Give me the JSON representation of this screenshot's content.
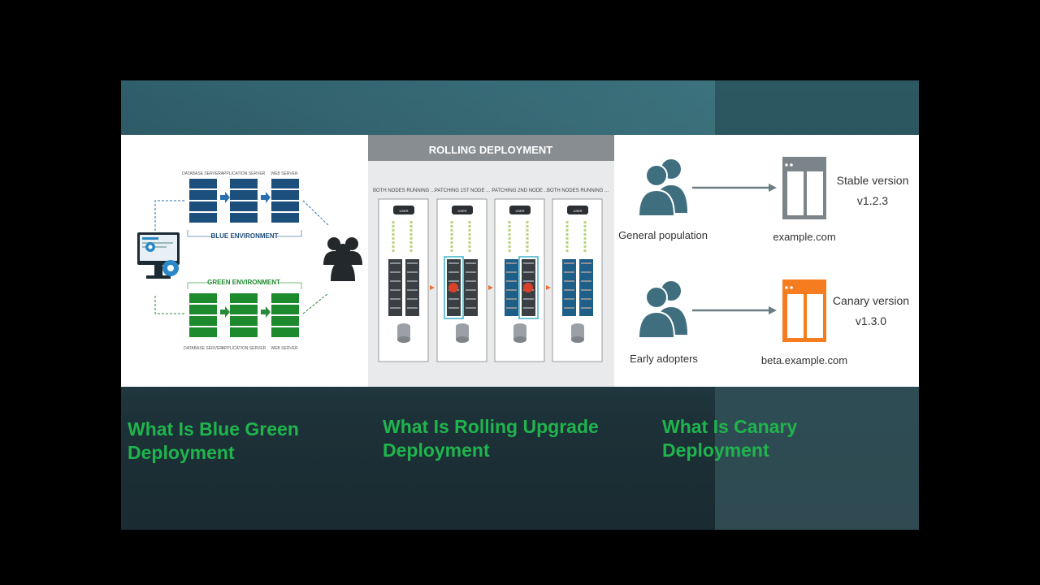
{
  "blue_green": {
    "top_labels": [
      "DATABASE SERVER",
      "APPLICATION SERVER",
      "WEB SERVER"
    ],
    "bottom_labels": [
      "DATABASE SERVER",
      "APPLICATION SERVER",
      "WEB SERVER"
    ],
    "blue_env_label": "BLUE ENVIRONMENT",
    "green_env_label": "GREEN ENVIRONMENT",
    "colors": {
      "blue": "#1d4f7c",
      "green": "#1e8a2e"
    }
  },
  "rolling": {
    "title": "ROLLING DEPLOYMENT",
    "columns": [
      "BOTH NODES RUNNING ...",
      "PATCHING 1ST NODE ...",
      "PATCHING 2ND NODE ...",
      "BOTH NODES RUNNING ..."
    ],
    "box_label": "USER"
  },
  "canary": {
    "stable_group": "General population",
    "stable_domain": "example.com",
    "stable_version_label": "Stable version",
    "stable_version": "v1.2.3",
    "canary_group": "Early adopters",
    "canary_domain": "beta.example.com",
    "canary_version_label": "Canary version",
    "canary_version": "v1.3.0",
    "colors": {
      "people": "#3f6f7e",
      "stable": "#7b8489",
      "canary": "#f57c1f"
    }
  },
  "captions": {
    "blue_green": [
      "What Is Blue Green",
      "Deployment"
    ],
    "rolling": [
      "What Is Rolling Upgrade",
      "Deployment"
    ],
    "canary": [
      "What Is Canary",
      "Deployment"
    ]
  }
}
